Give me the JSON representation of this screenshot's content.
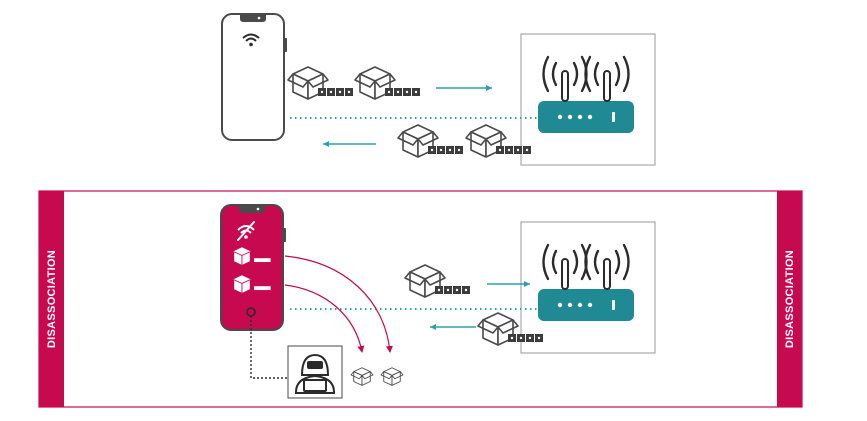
{
  "colors": {
    "accent": "#c7094f",
    "router_teal": "#1f8a93",
    "flow_teal": "#2aa2aa",
    "outline": "#4a4a4a",
    "gray": "#9a9a9a"
  },
  "panels": {
    "normal": {
      "name": "normal-connection",
      "phone": {
        "screen_icon": "wifi-icon"
      },
      "router": {
        "icon": "wifi-router-icon"
      }
    },
    "attack": {
      "name": "disassociation-attack",
      "left_label": "DISASSOCIATION",
      "right_label": "DISASSOCIATION",
      "phone": {
        "screen_icons": [
          "wifi-off-icon",
          "packet-icon",
          "packet-icon",
          "lock-icon"
        ]
      },
      "router": {
        "icon": "wifi-router-icon"
      },
      "attacker": {
        "icon": "hacker-icon"
      }
    }
  }
}
